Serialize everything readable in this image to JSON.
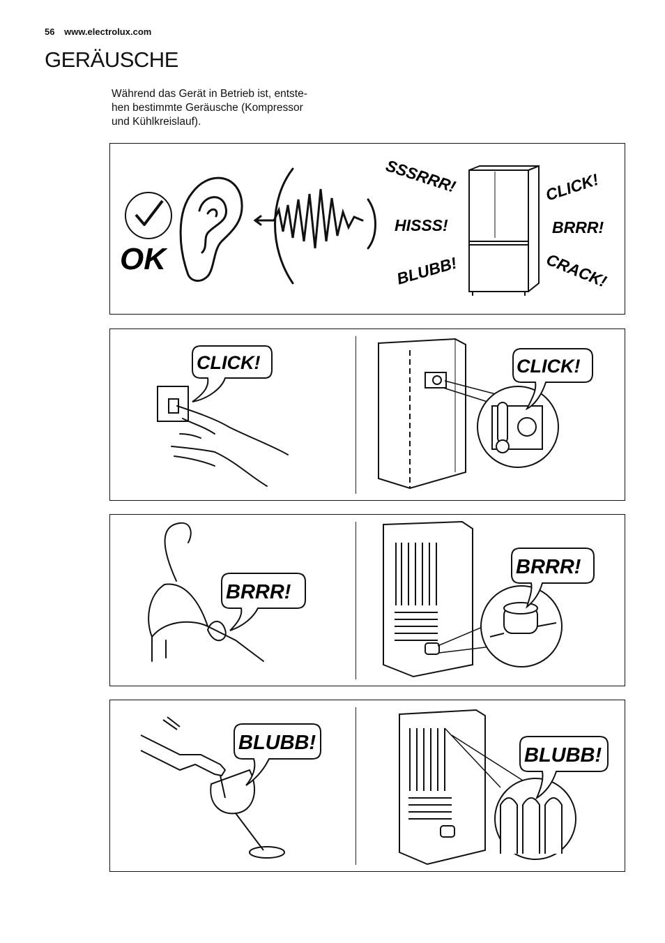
{
  "header": {
    "page_number": "56",
    "website": "www.electrolux.com"
  },
  "section": {
    "title": "GERÄUSCHE",
    "intro_lines": [
      "Während das Gerät in Betrieb ist, entste-",
      "hen bestimmte Geräusche (Kompressor",
      "und Kühlkreislauf)."
    ]
  },
  "panels": {
    "overview": {
      "ok_label": "OK",
      "sounds": [
        "SSSRRR!",
        "HISSS!",
        "BLUBB!",
        "CLICK!",
        "BRRR!",
        "CRACK!"
      ]
    },
    "thermostat": {
      "left_bubble": "CLICK!",
      "right_bubble": "CLICK!"
    },
    "compressor": {
      "left_bubble": "BRRR!",
      "right_bubble": "BRRR!"
    },
    "coolant": {
      "left_bubble": "BLUBB!",
      "right_bubble": "BLUBB!"
    }
  }
}
